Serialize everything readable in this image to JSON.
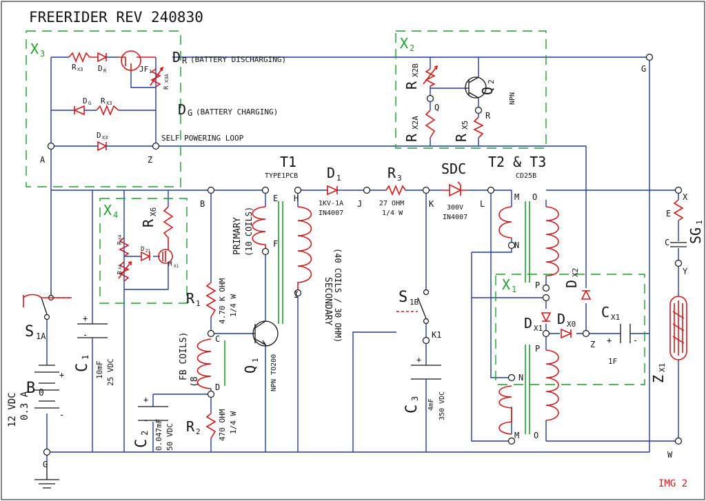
{
  "title": "FREERIDER REV 240830",
  "image_tag": "IMG 2",
  "groups": {
    "x3": {
      "letter": "X",
      "sub": "3"
    },
    "x2": {
      "letter": "X",
      "sub": "2"
    },
    "x4": {
      "letter": "X",
      "sub": "4"
    },
    "x1": {
      "letter": "X",
      "sub": "1"
    }
  },
  "notes": {
    "dr_label": "D",
    "dr_sub": "R",
    "dr_desc": "(BATTERY DISCHARGING)",
    "dg_label": "D",
    "dg_sub": "G",
    "dg_desc": "(BATTERY CHARGING)",
    "self_loop": "SELF POWERING LOOP"
  },
  "transformers": {
    "t1": "T1",
    "t1_type": "TYPE1PCB",
    "t23": "T2  &  T3",
    "t23_type": "CD25B",
    "sdc": "SDC",
    "primary": "PRIMARY",
    "primary_coils": "(10 COILS)",
    "secondary": "SECONDARY",
    "secondary_coils": "(40 COILS / 30 OHM)",
    "fb": "FB COILS)",
    "fb_count": "(8"
  },
  "components": {
    "b0": {
      "name": "B",
      "sub": "0",
      "voltage": "12 VDC",
      "current": "0.3 A"
    },
    "c1": {
      "name": "C",
      "sub": "1",
      "value": "10mF",
      "rating": "25 VDC"
    },
    "c2": {
      "name": "C",
      "sub": "2",
      "value": "0.047mF",
      "rating": "50 VDC"
    },
    "c3": {
      "name": "C",
      "sub": "3",
      "value": "4mF",
      "rating": "350 VDC"
    },
    "cx1": {
      "name": "C",
      "sub": "X1",
      "value": "1F"
    },
    "r1": {
      "name": "R",
      "sub": "1",
      "value": "4.70 K OHM",
      "rating": "1/4 W"
    },
    "r2": {
      "name": "R",
      "sub": "2",
      "value": "470 OHM",
      "rating": "1/4 W"
    },
    "r3": {
      "name": "R",
      "sub": "3",
      "value": "27 OHM",
      "rating": "1/4 W"
    },
    "d1": {
      "name": "D",
      "sub": "1",
      "value": "1KV-1A",
      "part": "IN4007"
    },
    "sdc": {
      "value": "300V",
      "part": "IN4007"
    },
    "q1": {
      "name": "Q",
      "sub": "1",
      "type": "NPN TO200"
    },
    "q2": {
      "name": "Q",
      "sub": "2",
      "type": "NPN"
    },
    "s1a": {
      "name": "S",
      "sub": "1A"
    },
    "s1b": {
      "name": "S",
      "sub": "1B"
    },
    "zx1": {
      "name": "Z",
      "sub": "X1"
    },
    "sg1": {
      "name": "SG",
      "sub": "1"
    },
    "rx2b": {
      "name": "R",
      "sub": "X2B"
    },
    "rx2a": {
      "name": "R",
      "sub": "X2A"
    },
    "rx5": {
      "name": "R",
      "sub": "X5"
    },
    "rx6": {
      "name": "R",
      "sub": "X6"
    },
    "dx1": {
      "name": "D",
      "sub": "X1"
    },
    "dx0": {
      "name": "D",
      "sub": "X0"
    },
    "dx2": {
      "name": "D",
      "sub": "X2"
    },
    "jf1": {
      "name": "JF",
      "sub": "1"
    },
    "mx": {
      "name": "M",
      "sub": "X1"
    },
    "rx3_top": "R",
    "rx3_top_sub": "X3",
    "dr_small": "D",
    "dr_small_sub": "R",
    "dg_small": "D",
    "dg_small_sub": "G",
    "rx3_mid": "R",
    "rx3_mid_sub": "X3",
    "rx3a": "R",
    "rx3a_sub": "X3A",
    "dx3": "D",
    "dx3_sub": "X3",
    "rx4a": "R",
    "rx4a_sub": "X4",
    "rx4b": "R",
    "rx4b_sub": "X4",
    "dz1": "D",
    "dz1_sub": "Z1"
  },
  "nodes": {
    "a": "A",
    "z": "Z",
    "g": "G",
    "gnd": "G",
    "b": "B",
    "c": "C",
    "d": "D",
    "e": "E",
    "f": "F",
    "h": "H",
    "i": "I",
    "j": "J",
    "k": "K",
    "k1": "K1",
    "l": "L",
    "m_top": "M",
    "n_top": "N",
    "n_bot": "N",
    "m_bot": "M",
    "o_top": "O",
    "o_bot": "O",
    "p_top": "P",
    "p_bot": "P",
    "q": "Q",
    "r": "R",
    "x": "X",
    "y": "Y",
    "w": "W",
    "e2": "E",
    "c2": "C",
    "zx": "Z"
  },
  "polarity": {
    "plus": "+",
    "minus": "-"
  },
  "colors": {
    "wire": "#1f3aa0",
    "component": "#d01818",
    "group": "#1a9e2a",
    "text": "#111111"
  }
}
